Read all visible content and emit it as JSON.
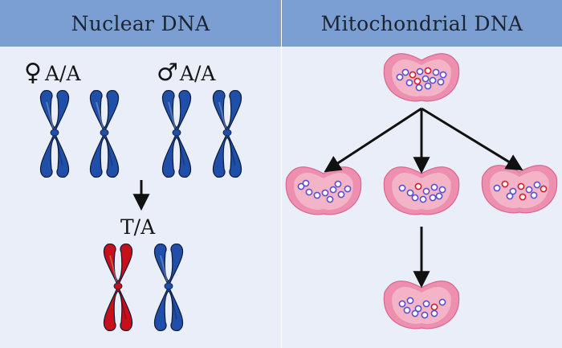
{
  "headers": {
    "nuclear": "Nuclear DNA",
    "mitochondrial": "Mitochondrial DNA"
  },
  "nuclear": {
    "female": {
      "symbol": "♀",
      "genotype": "A/A"
    },
    "male": {
      "symbol": "♂",
      "genotype": "A/A"
    },
    "offspring": {
      "genotype": "T/A"
    }
  },
  "colors": {
    "header_bg": "#7c9fd3",
    "panel_bg": "#e9eef8",
    "chromosome_blue": "#1f4fa8",
    "chromosome_red": "#c8101a",
    "mito_outer": "#ee8fb0",
    "mito_inner": "#f3b4c8",
    "mtdna_normal": "#5a4fcf",
    "mtdna_mutant": "#d41c2c"
  }
}
